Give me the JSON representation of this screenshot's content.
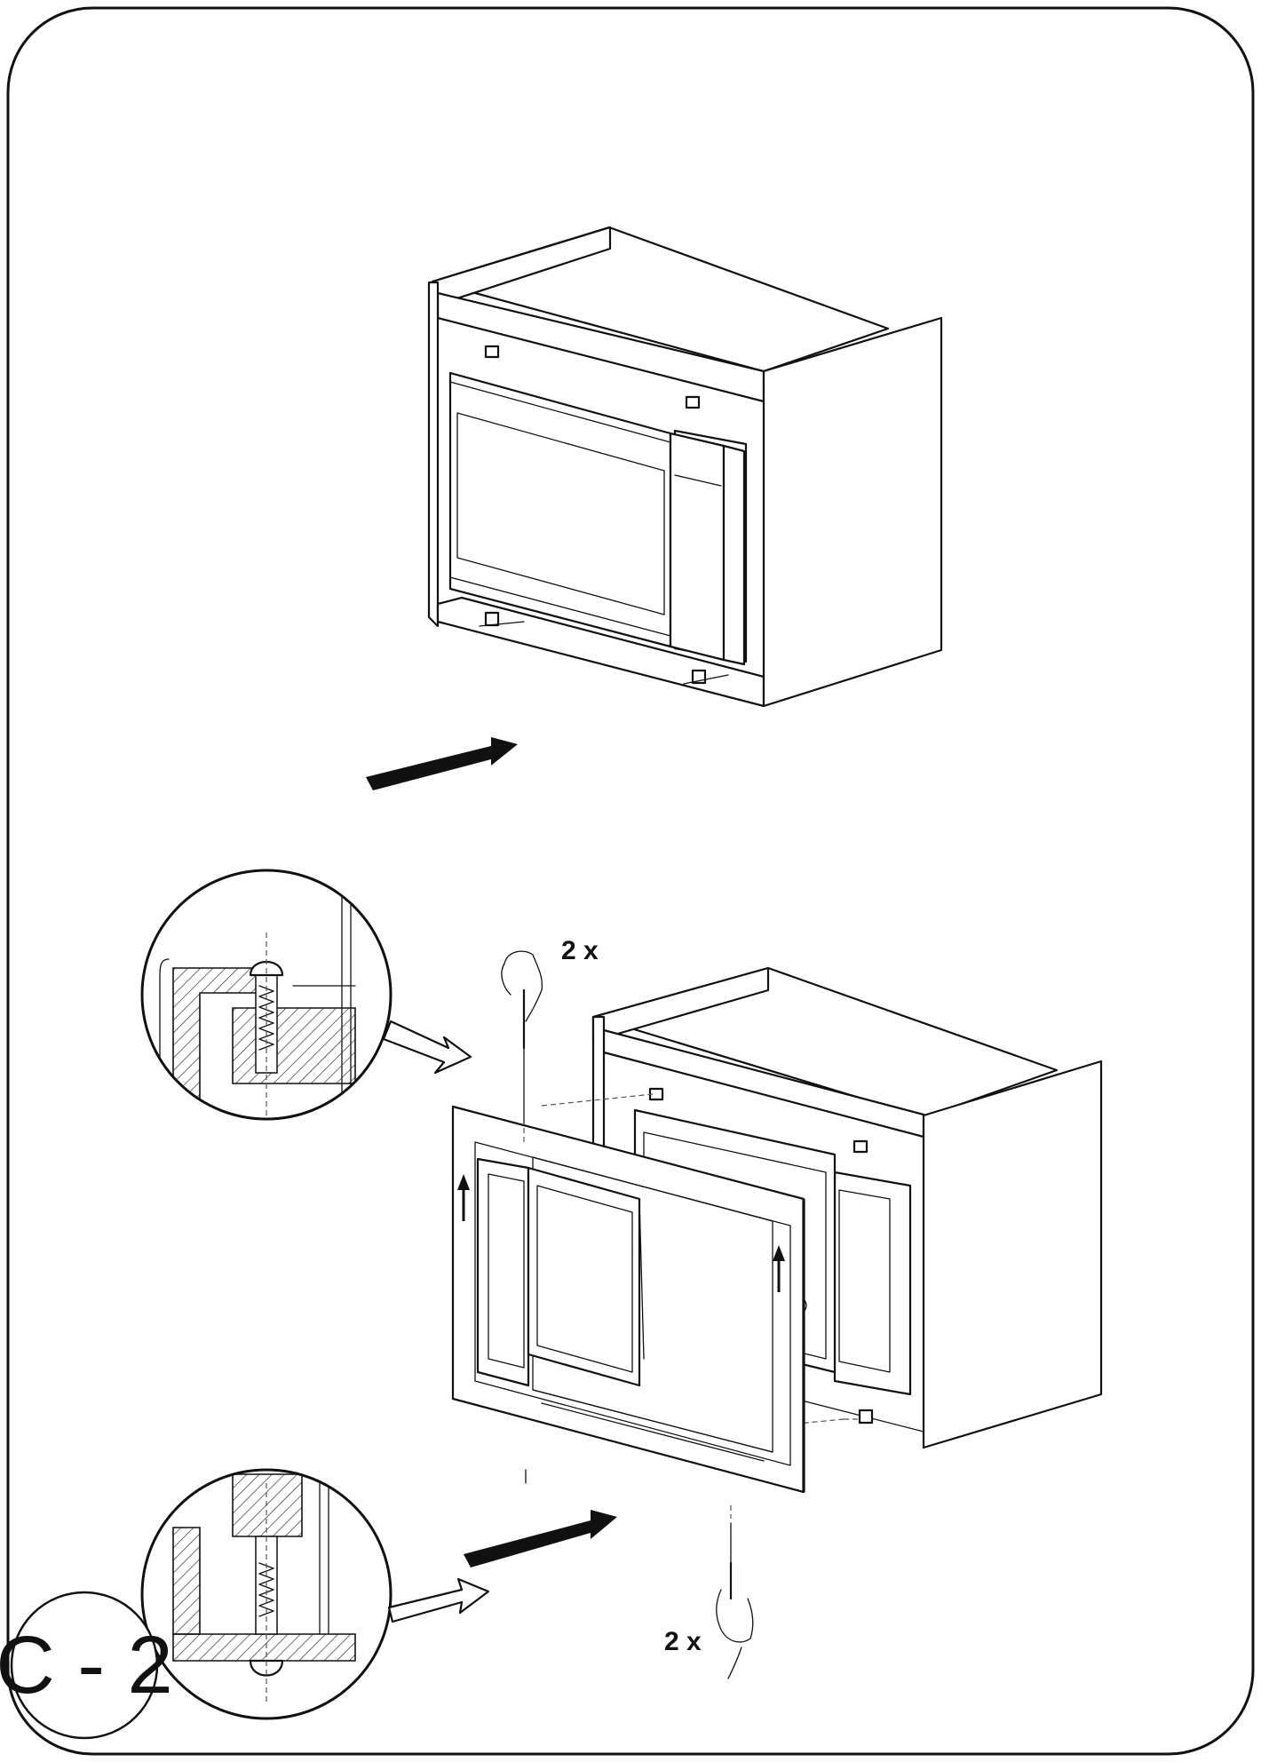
{
  "step_label": "C - 2",
  "annotations": {
    "screw_count_top": "2 x",
    "screw_count_bottom": "2 x"
  },
  "icons": {
    "push_arrow": "push-in-arrow-icon",
    "lift_arrow": "lift-arrow-icon",
    "hand_screwdriver": "hand-screwdriver-icon",
    "detail_arrow": "detail-pointer-arrow-icon"
  },
  "colors": {
    "line": "#111111",
    "background": "#ffffff"
  }
}
